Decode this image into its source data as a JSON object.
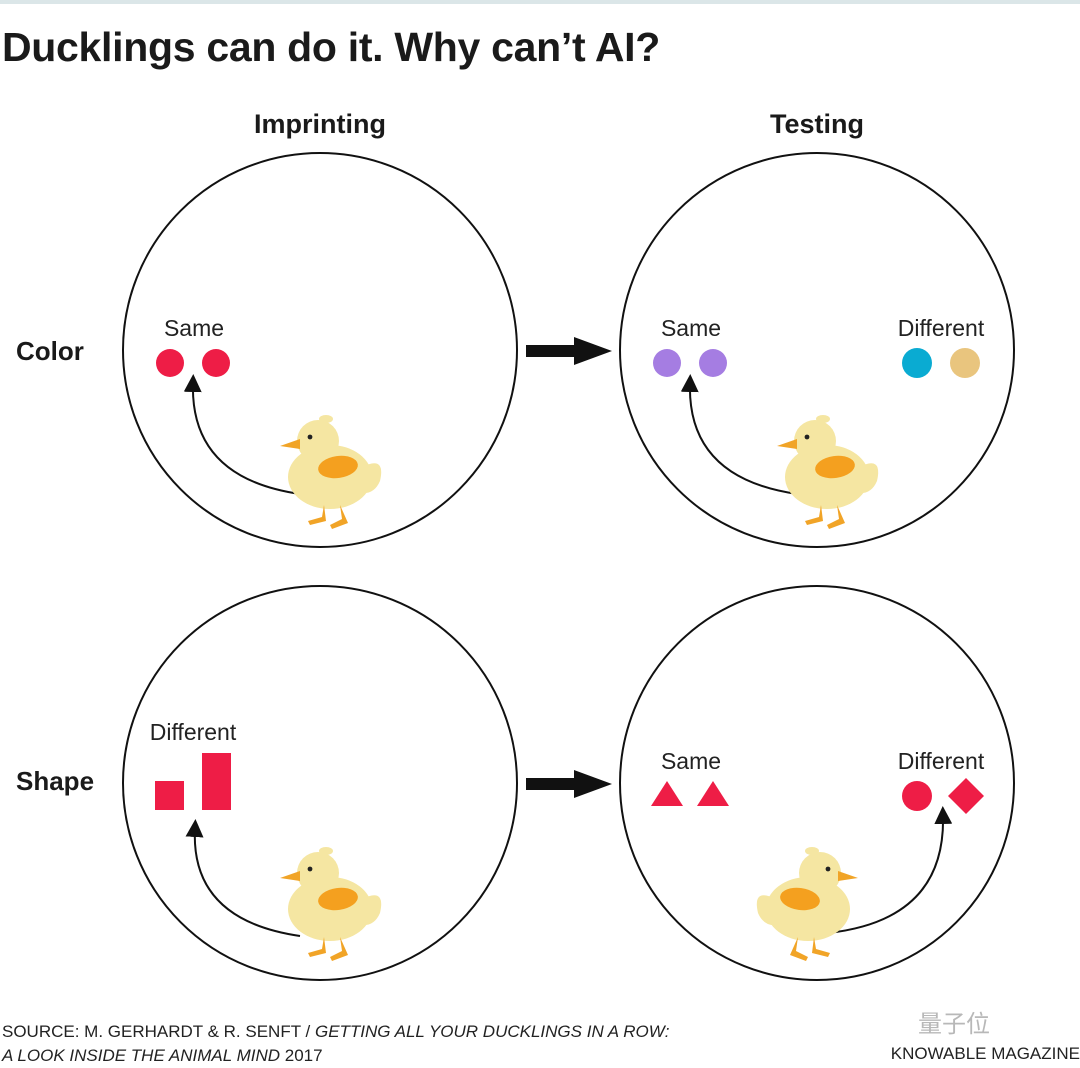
{
  "title": "Ducklings can do it. Why can’t AI?",
  "columns": {
    "left": "Imprinting",
    "right": "Testing"
  },
  "rows": {
    "top": "Color",
    "bottom": "Shape"
  },
  "panels": {
    "color_imprint": {
      "label": "Same"
    },
    "color_test": {
      "same_label": "Same",
      "diff_label": "Different"
    },
    "shape_imprint": {
      "label": "Different"
    },
    "shape_test": {
      "same_label": "Same",
      "diff_label": "Different"
    }
  },
  "colors": {
    "red": "#ee1d46",
    "purple": "#a57de2",
    "blue": "#0aabd2",
    "tan": "#e9c57e",
    "duck_body": "#f5e6a2",
    "duck_wing": "#f4a01f",
    "duck_beak": "#f1a427"
  },
  "source": {
    "prefix": "SOURCE: M. GERHARDT & R. SENFT / ",
    "italic1": "GETTING ALL YOUR DUCKLINGS IN A ROW:",
    "italic2": "A LOOK INSIDE THE ANIMAL MIND",
    "year": " 2017"
  },
  "brand": "KNOWABLE MAGAZINE",
  "watermark": "量子位"
}
